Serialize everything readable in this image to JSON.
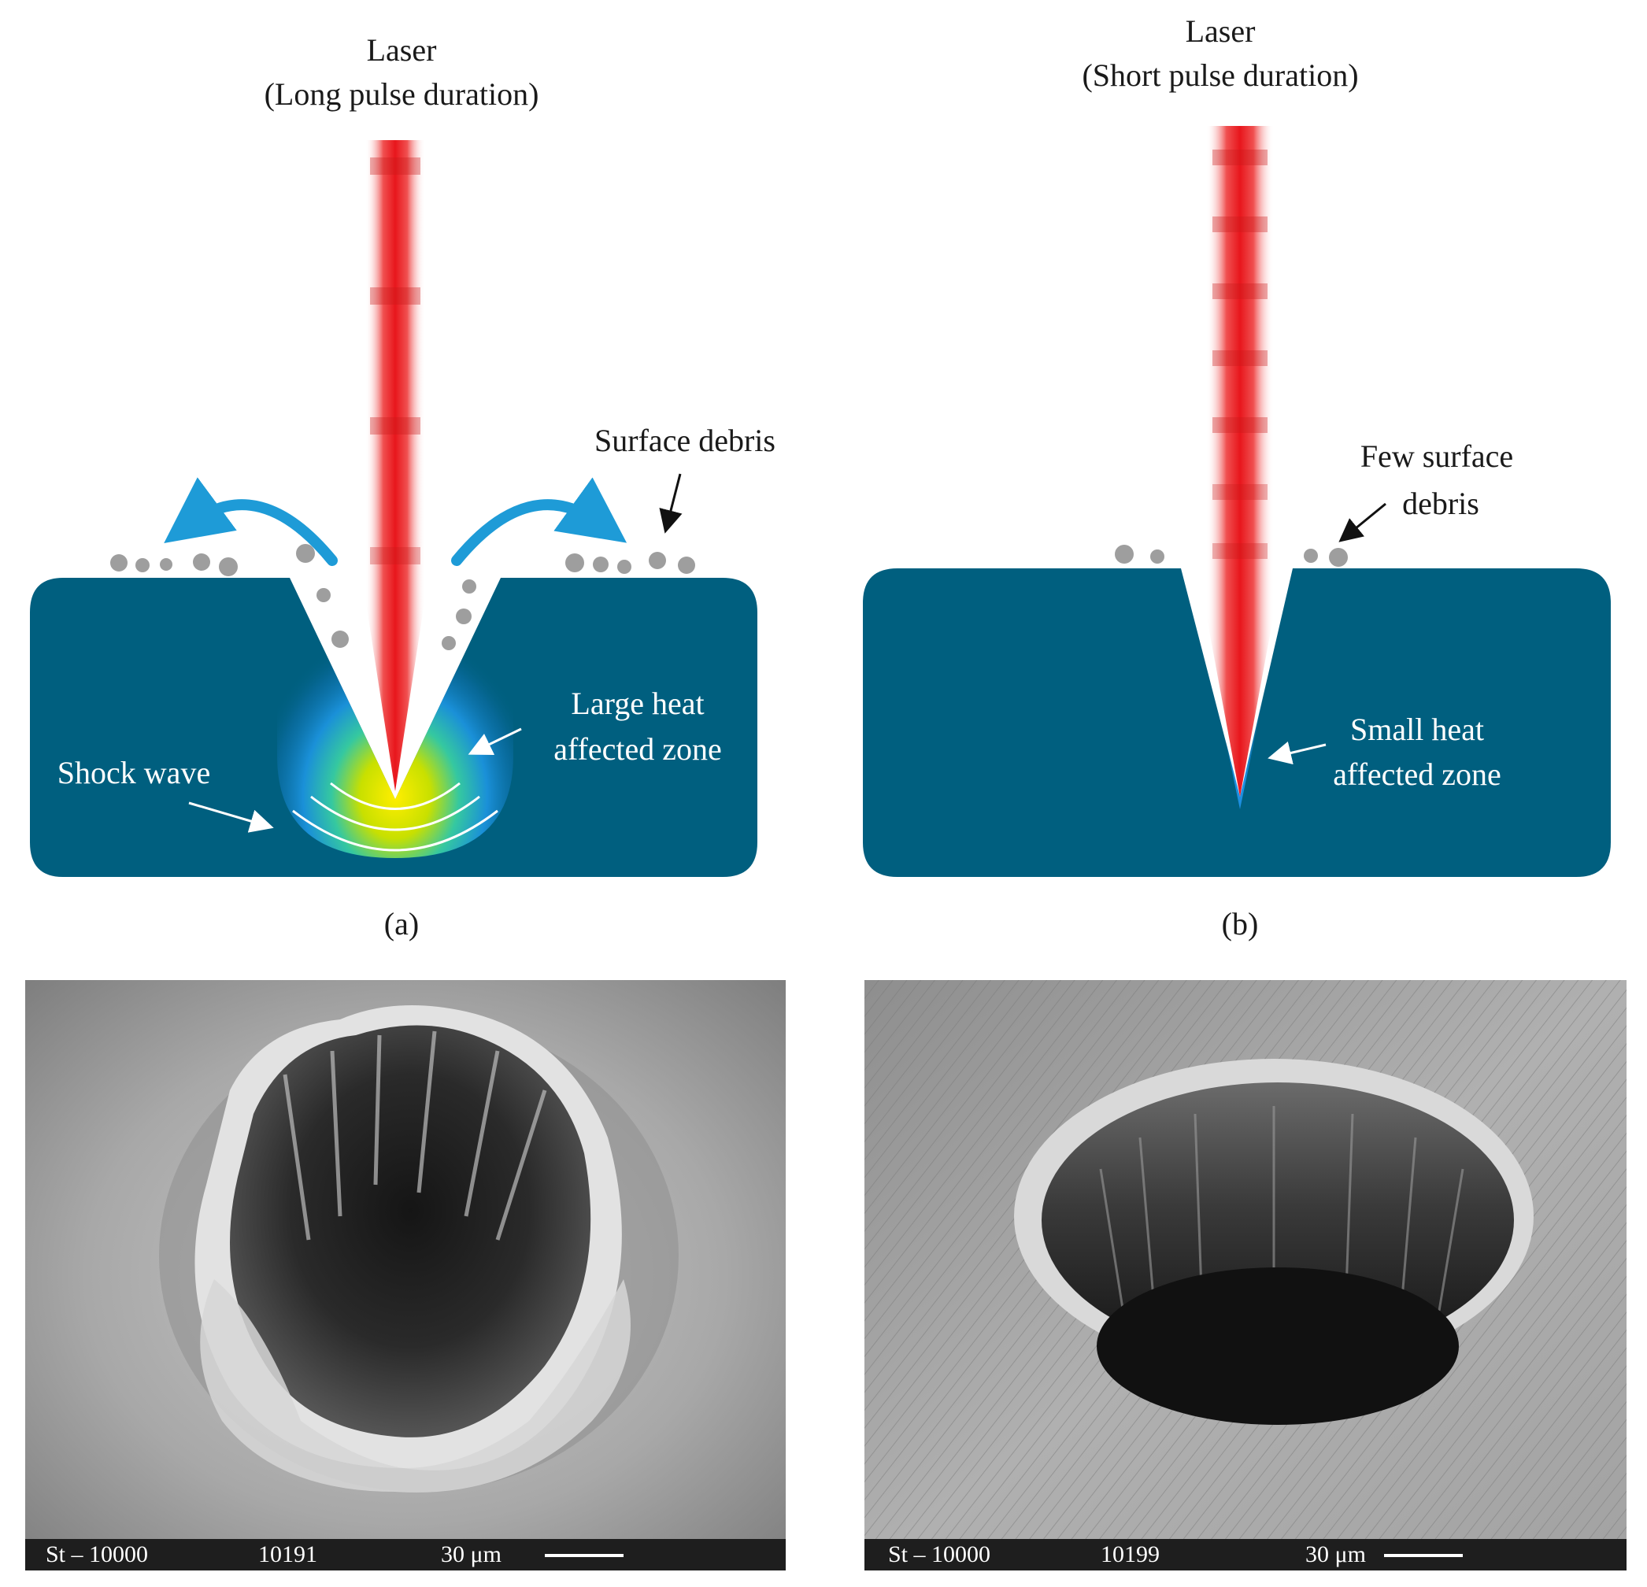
{
  "panel_a": {
    "laser_title": "Laser",
    "laser_subtitle": "(Long pulse duration)",
    "surface_debris_label": "Surface debris",
    "heat_zone_line1": "Large heat",
    "heat_zone_line2": "affected zone",
    "shock_wave_label": "Shock wave",
    "caption": "(a)"
  },
  "panel_b": {
    "laser_title": "Laser",
    "laser_subtitle": "(Short pulse duration)",
    "debris_line1": "Few surface",
    "debris_line2": "debris",
    "heat_zone_line1": "Small heat",
    "heat_zone_line2": "affected zone",
    "caption": "(b)"
  },
  "sem_left": {
    "sample_id": "St – 10000",
    "image_number": "10191",
    "scale_label": "30 μm"
  },
  "sem_right": {
    "sample_id": "St – 10000",
    "image_number": "10199",
    "scale_label": "30 μm"
  },
  "colors": {
    "material": "#005f7f",
    "laser": "#e8242a",
    "debris": "#9e9e9e",
    "arrow": "#1e9bd7",
    "sem_bar": "#1e1e1e"
  }
}
